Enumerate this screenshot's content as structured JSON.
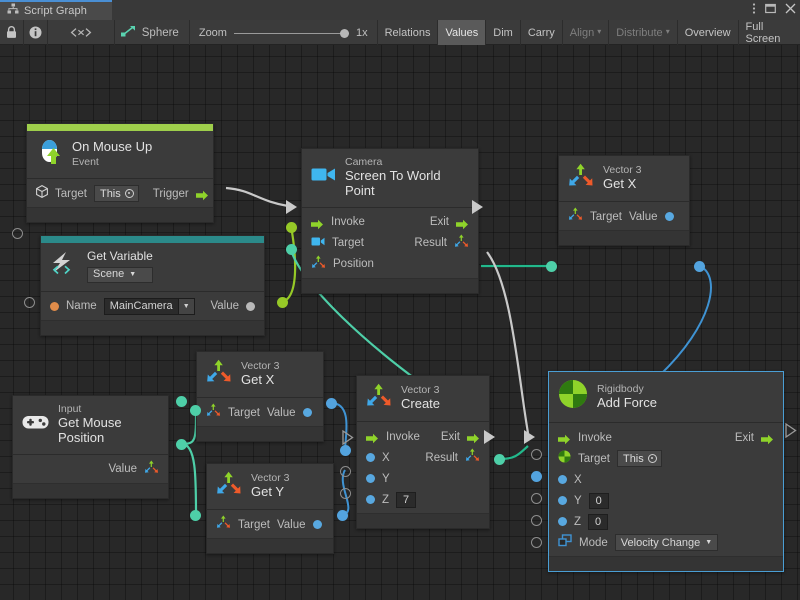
{
  "window": {
    "tab_title": "Script Graph",
    "tab_icon": "script-graph-icon",
    "menu_icon": "kebab-menu-icon",
    "maximize_icon": "maximize-icon",
    "close_icon": "close-icon",
    "accent_color": "#4a8fd4"
  },
  "toolbar": {
    "lock_icon": "lock-icon",
    "info_icon": "info-icon",
    "code_icon": "code-icon",
    "graph_icon": "script-graph-icon",
    "graph_name": "Sphere",
    "zoom_label": "Zoom",
    "zoom_value": "1x",
    "buttons": [
      {
        "label": "Relations",
        "active": false,
        "dim": false
      },
      {
        "label": "Values",
        "active": true,
        "dim": false
      },
      {
        "label": "Dim",
        "active": false,
        "dim": false
      },
      {
        "label": "Carry",
        "active": false,
        "dim": false
      },
      {
        "label": "Align",
        "active": false,
        "dim": true,
        "caret": "▾"
      },
      {
        "label": "Distribute",
        "active": false,
        "dim": true,
        "caret": "▾"
      },
      {
        "label": "Overview",
        "active": false,
        "dim": false
      },
      {
        "label": "Full Screen",
        "active": false,
        "dim": false
      }
    ]
  },
  "nodes": {
    "on_mouse_up": {
      "icon": "mouse-up-event-icon",
      "title": "On Mouse Up",
      "subtitle": "Event",
      "accent_color": "#9ece4b",
      "target_label": "Target",
      "target_value": "This",
      "trigger_label": "Trigger"
    },
    "get_variable": {
      "icon": "get-variable-icon",
      "title": "Get Variable",
      "scope": "Scene",
      "accent_color": "#2b8a8a",
      "name_label": "Name",
      "name_value": "MainCamera",
      "value_label": "Value"
    },
    "camera_screen_to_world": {
      "icon": "camera-icon",
      "subtitle": "Camera",
      "title": "Screen To World Point",
      "invoke_label": "Invoke",
      "exit_label": "Exit",
      "target_label": "Target",
      "result_label": "Result",
      "position_label": "Position"
    },
    "vector3_get_x_top": {
      "icon": "vector3-icon",
      "subtitle": "Vector 3",
      "title": "Get X",
      "target_label": "Target",
      "value_label": "Value"
    },
    "input_mouse_position": {
      "icon": "gamepad-icon",
      "subtitle": "Input",
      "title": "Get Mouse Position",
      "value_label": "Value"
    },
    "vector3_get_x_mid": {
      "icon": "vector3-icon",
      "subtitle": "Vector 3",
      "title": "Get X",
      "target_label": "Target",
      "value_label": "Value"
    },
    "vector3_get_y": {
      "icon": "vector3-icon",
      "subtitle": "Vector 3",
      "title": "Get Y",
      "target_label": "Target",
      "value_label": "Value"
    },
    "vector3_create": {
      "icon": "vector3-icon",
      "subtitle": "Vector 3",
      "title": "Create",
      "invoke_label": "Invoke",
      "exit_label": "Exit",
      "x_label": "X",
      "y_label": "Y",
      "z_label": "Z",
      "z_value": "7",
      "result_label": "Result"
    },
    "rigidbody_add_force": {
      "icon": "rigidbody-icon",
      "subtitle": "Rigidbody",
      "title": "Add Force",
      "selected": true,
      "invoke_label": "Invoke",
      "exit_label": "Exit",
      "target_label": "Target",
      "target_value": "This",
      "x_label": "X",
      "y_label": "Y",
      "y_value": "0",
      "z_label": "Z",
      "z_value": "0",
      "mode_label": "Mode",
      "mode_value": "Velocity Change"
    }
  },
  "colors": {
    "flow_wire": "#c9c9c9",
    "object_wire": "#4ecfa8",
    "variable_wire": "#96c927",
    "float_wire": "#3f93d3",
    "canvas_bg": "#282828",
    "node_bg": "#3b3b3b"
  }
}
